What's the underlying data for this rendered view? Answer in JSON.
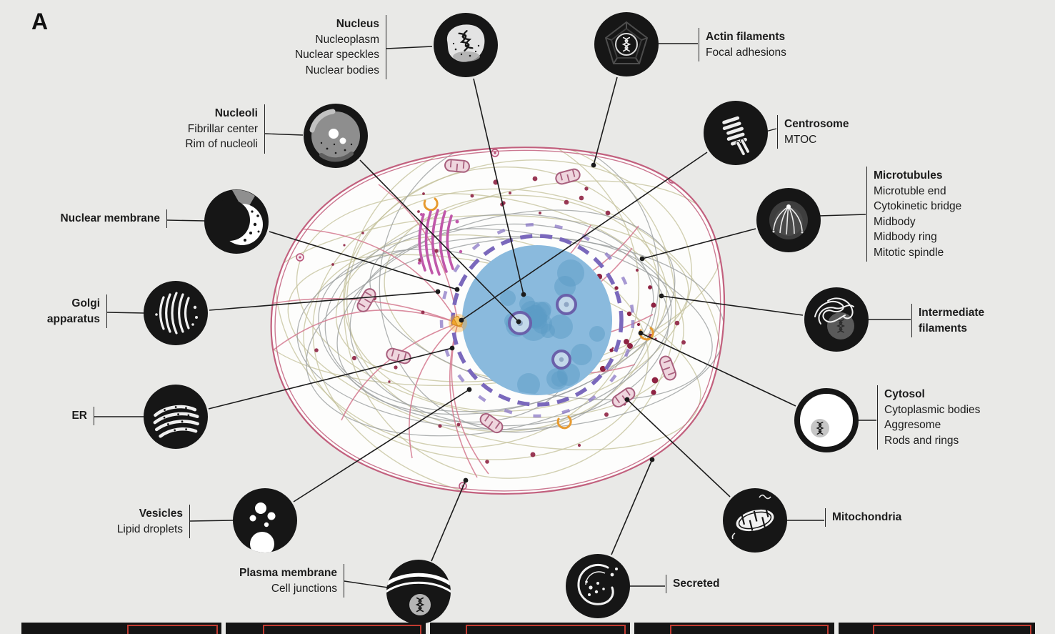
{
  "panel": {
    "label": "A"
  },
  "organelles": {
    "nucleus": {
      "title": "Nucleus",
      "sub": [
        "Nucleoplasm",
        "Nuclear speckles",
        "Nuclear bodies"
      ],
      "icon": "nucleus-icon"
    },
    "actin_filaments": {
      "title": "Actin filaments",
      "sub": [
        "Focal adhesions"
      ],
      "icon": "actin-filaments-icon"
    },
    "nucleoli": {
      "title": "Nucleoli",
      "sub": [
        "Fibrillar center",
        "Rim of nucleoli"
      ],
      "icon": "nucleoli-icon"
    },
    "centrosome": {
      "title": "Centrosome",
      "sub": [
        "MTOC"
      ],
      "icon": "centrosome-icon"
    },
    "nuclear_membrane": {
      "title": "Nuclear membrane",
      "sub": [],
      "icon": "nuclear-membrane-icon"
    },
    "microtubules": {
      "title": "Microtubules",
      "sub": [
        "Microtuble end",
        "Cytokinetic bridge",
        "Midbody",
        "Midbody ring",
        "Mitotic spindle"
      ],
      "icon": "microtubules-icon"
    },
    "golgi_apparatus": {
      "title": "Golgi apparatus",
      "sub": [],
      "icon": "golgi-apparatus-icon"
    },
    "intermediate_filaments": {
      "title": "Intermediate filaments",
      "sub": [],
      "icon": "intermediate-filaments-icon"
    },
    "er": {
      "title": "ER",
      "sub": [],
      "icon": "er-icon"
    },
    "cytosol": {
      "title": "Cytosol",
      "sub": [
        "Cytoplasmic bodies",
        "Aggresome",
        "Rods and rings"
      ],
      "icon": "cytosol-icon"
    },
    "vesicles": {
      "title": "Vesicles",
      "sub": [
        "Lipid droplets"
      ],
      "icon": "vesicles-icon"
    },
    "mitochondria": {
      "title": "Mitochondria",
      "sub": [],
      "icon": "mitochondria-icon"
    },
    "plasma_membrane": {
      "title": "Plasma membrane",
      "sub": [
        "Cell junctions"
      ],
      "icon": "plasma-membrane-icon"
    },
    "secreted": {
      "title": "Secreted",
      "sub": [],
      "icon": "secreted-icon"
    }
  },
  "colors": {
    "background": "#e9e9e7",
    "cell_fill": "#fdfdfc",
    "plasma_membrane": "#c2607e",
    "nucleus_fill": "#8abadd",
    "nuclear_envelope": "#7a68bc",
    "golgi": "#c058aa",
    "actin_filaments": "#d4788e",
    "intermediate_filaments": "#c3c09a",
    "microtubules": "#9b9f9f",
    "centrosome": "#f0a52f",
    "cytoplasmic_bodies": "#8e2242",
    "icon_background": "#161616",
    "text": "#1c1c1c",
    "cropped_panel_red": "#c23b31"
  }
}
